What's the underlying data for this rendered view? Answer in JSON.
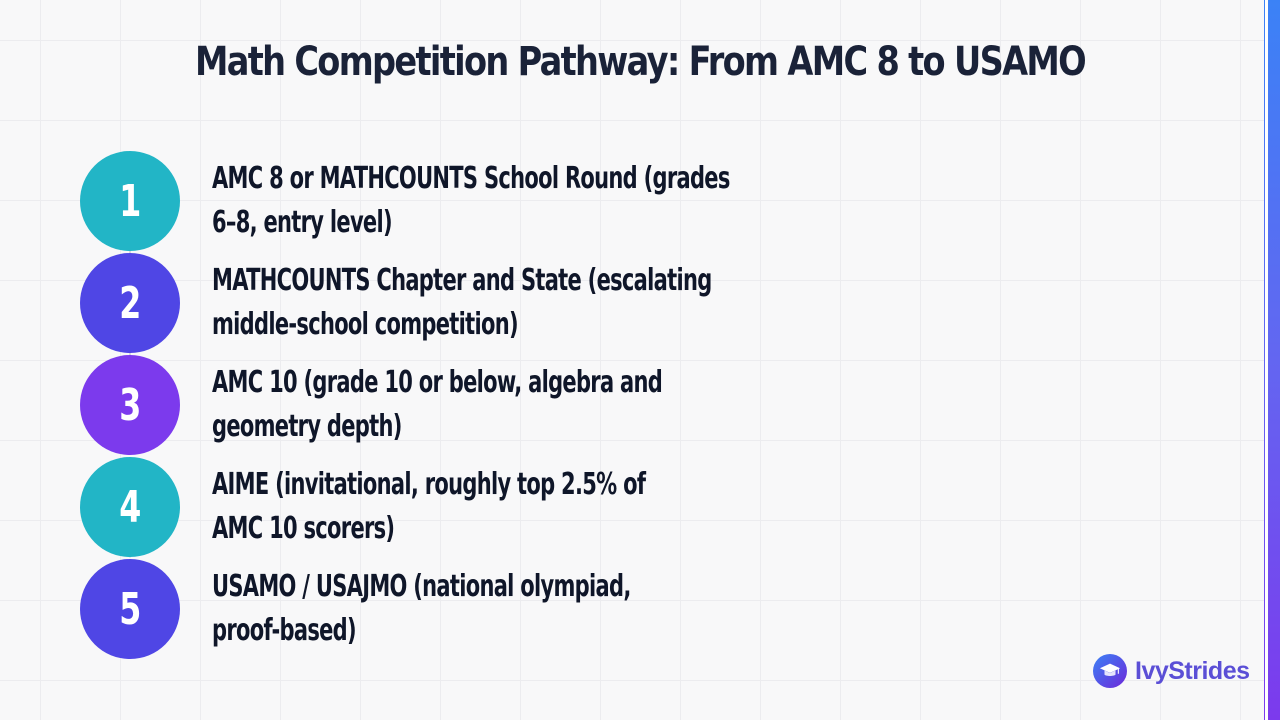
{
  "title": "Math Competition Pathway: From AMC 8 to USAMO",
  "steps": [
    {
      "number": "1",
      "line1": "AMC 8 or MATHCOUNTS School Round (grades",
      "line2": "6–8, entry level)",
      "color": "#22b5c6"
    },
    {
      "number": "2",
      "line1": "MATHCOUNTS Chapter and State (escalating",
      "line2": "middle-school competition)",
      "color": "#4f46e5"
    },
    {
      "number": "3",
      "line1": "AMC 10 (grade 10 or below, algebra and",
      "line2": "geometry depth)",
      "color": "#7c3aed"
    },
    {
      "number": "4",
      "line1": "AIME (invitational, roughly top 2.5% of",
      "line2": "AMC 10 scorers)",
      "color": "#22b5c6"
    },
    {
      "number": "5",
      "line1": "USAMO / USAJMO (national olympiad,",
      "line2": "proof-based)",
      "color": "#4f46e5"
    }
  ],
  "brand": {
    "name": "IvyStrides",
    "icon": "graduation-cap-icon"
  }
}
